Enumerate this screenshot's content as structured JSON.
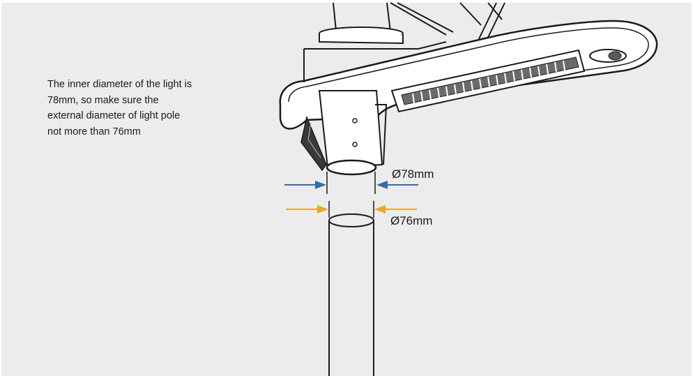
{
  "note": {
    "lines": [
      "The inner diameter of the light is",
      "78mm, so make sure the",
      "external diameter of light pole",
      "not more than 76mm"
    ]
  },
  "dimensions": {
    "inner": {
      "label": "Ø78mm",
      "color": "#2e6db4"
    },
    "outer": {
      "label": "Ø76mm",
      "color": "#f2a51c"
    }
  },
  "colors": {
    "background": "#ececec",
    "line": "#1a1a1a",
    "light_body": "#ffffff"
  }
}
